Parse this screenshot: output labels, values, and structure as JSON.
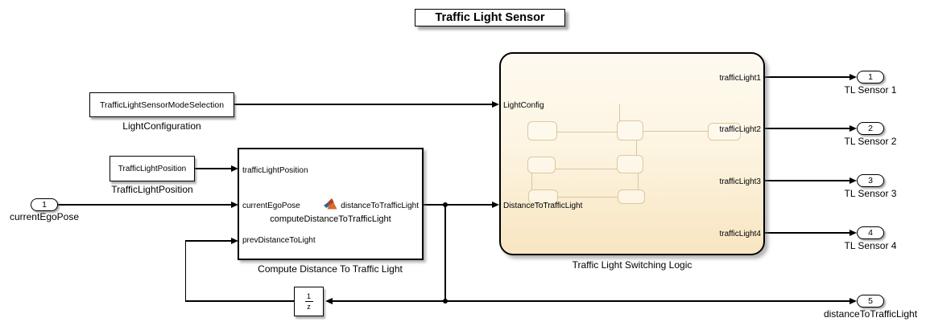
{
  "title": "Traffic Light Sensor",
  "blocks": {
    "light_config": {
      "text": "TrafficLightSensorModeSelection",
      "label": "LightConfiguration"
    },
    "tl_position": {
      "text": "TrafficLightPosition",
      "label": "TrafficLightPosition"
    },
    "compute": {
      "in_ports": [
        "trafficLightPosition",
        "currentEgoPose",
        "prevDistanceToLight"
      ],
      "out_port": "distanceToTrafficLight",
      "function_name": "computeDistanceToTrafficLight",
      "label": "Compute Distance To Traffic Light"
    },
    "chart": {
      "in_ports": [
        "LightConfig",
        "DistanceToTrafficLight"
      ],
      "out_ports": [
        "trafficLight1",
        "trafficLight2",
        "trafficLight3",
        "trafficLight4"
      ],
      "label": "Traffic Light Switching Logic"
    },
    "unit_delay": {
      "numerator": "1",
      "denominator": "z"
    }
  },
  "inports": [
    {
      "num": "1",
      "label": "currentEgoPose"
    }
  ],
  "outports": [
    {
      "num": "1",
      "label": "TL Sensor 1"
    },
    {
      "num": "2",
      "label": "TL Sensor 2"
    },
    {
      "num": "3",
      "label": "TL Sensor 3"
    },
    {
      "num": "4",
      "label": "TL Sensor 4"
    },
    {
      "num": "5",
      "label": "distanceToTrafficLight"
    }
  ],
  "icons": {
    "matlab_logo": "matlab-function-icon"
  },
  "colors": {
    "chart_top": "#fefaf1",
    "chart_bottom": "#f8e5c1",
    "state_border": "#dcc7a0",
    "wire": "#000000",
    "matlab_orange": "#d96c2c",
    "matlab_dark": "#b04020",
    "matlab_blue": "#31609e"
  }
}
